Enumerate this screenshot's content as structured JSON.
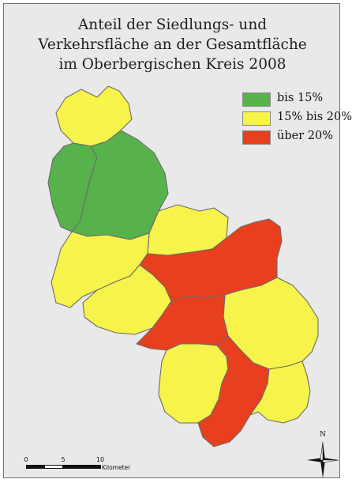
{
  "title": {
    "line1": "Anteil der Siedlungs- und",
    "line2": "Verkehrsfläche an der Gesamtfläche",
    "line3": "im Oberbergischen Kreis 2008"
  },
  "legend": [
    {
      "label": "bis 15%",
      "color": "#58b24c"
    },
    {
      "label": "15% bis 20%",
      "color": "#f6f34a"
    },
    {
      "label": "über 20%",
      "color": "#e8401e"
    }
  ],
  "scale": {
    "ticks": [
      "0",
      "5",
      "10"
    ],
    "unit": "Kilometer"
  },
  "north": {
    "label": "N"
  },
  "colors": {
    "background": "#e9e9e9",
    "border": "#6b6b6b"
  }
}
